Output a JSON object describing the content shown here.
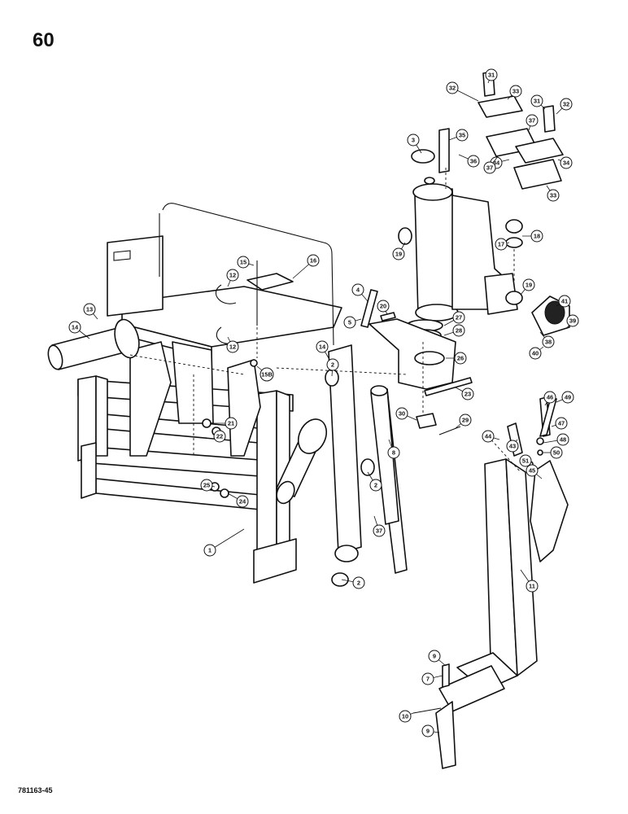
{
  "page": {
    "number": "60",
    "drawing_id": "781163-45"
  },
  "callouts": [
    {
      "label": "1"
    },
    {
      "label": "2"
    },
    {
      "label": "2"
    },
    {
      "label": "2"
    },
    {
      "label": "3"
    },
    {
      "label": "4"
    },
    {
      "label": "5"
    },
    {
      "label": "7"
    },
    {
      "label": "8"
    },
    {
      "label": "9"
    },
    {
      "label": "9"
    },
    {
      "label": "10"
    },
    {
      "label": "11"
    },
    {
      "label": "12"
    },
    {
      "label": "12"
    },
    {
      "label": "13"
    },
    {
      "label": "14"
    },
    {
      "label": "14"
    },
    {
      "label": "15"
    },
    {
      "label": "15B"
    },
    {
      "label": "16"
    },
    {
      "label": "17"
    },
    {
      "label": "18"
    },
    {
      "label": "19"
    },
    {
      "label": "19"
    },
    {
      "label": "20"
    },
    {
      "label": "21"
    },
    {
      "label": "22"
    },
    {
      "label": "23"
    },
    {
      "label": "24"
    },
    {
      "label": "25"
    },
    {
      "label": "26"
    },
    {
      "label": "27"
    },
    {
      "label": "28"
    },
    {
      "label": "29"
    },
    {
      "label": "30"
    },
    {
      "label": "31"
    },
    {
      "label": "31"
    },
    {
      "label": "32"
    },
    {
      "label": "32"
    },
    {
      "label": "33"
    },
    {
      "label": "33"
    },
    {
      "label": "34"
    },
    {
      "label": "34"
    },
    {
      "label": "35"
    },
    {
      "label": "36"
    },
    {
      "label": "37"
    },
    {
      "label": "37"
    },
    {
      "label": "37"
    },
    {
      "label": "38"
    },
    {
      "label": "39"
    },
    {
      "label": "40"
    },
    {
      "label": "41"
    },
    {
      "label": "43"
    },
    {
      "label": "44"
    },
    {
      "label": "45"
    },
    {
      "label": "46"
    },
    {
      "label": "47"
    },
    {
      "label": "48"
    },
    {
      "label": "49"
    },
    {
      "label": "50"
    },
    {
      "label": "51"
    }
  ]
}
